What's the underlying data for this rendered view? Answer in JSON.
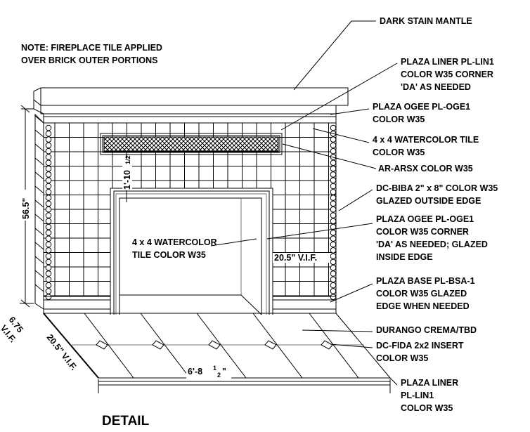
{
  "title": "DETAIL",
  "note": [
    "NOTE: FIREPLACE TILE APPLIED",
    "OVER BRICK OUTER PORTIONS"
  ],
  "callouts": {
    "mantle": [
      "DARK STAIN MANTLE"
    ],
    "liner_top": [
      "PLAZA LINER PL-LIN1",
      "COLOR W35 CORNER",
      "'DA' AS NEEDED"
    ],
    "ogee_top": [
      "PLAZA OGEE PL-OGE1",
      "COLOR W35"
    ],
    "watercolor": [
      "4 x 4 WATERCOLOR TILE",
      "COLOR W35"
    ],
    "arsx": [
      "AR-ARSX COLOR W35"
    ],
    "biba": [
      "DC-BIBA  2\" x 8\" COLOR W35",
      "GLAZED OUTSIDE EDGE"
    ],
    "ogee_inside": [
      "PLAZA OGEE PL-OGE1",
      "COLOR W35 CORNER",
      "'DA' AS NEEDED; GLAZED",
      "INSIDE EDGE"
    ],
    "base": [
      "PLAZA BASE PL-BSA-1",
      "COLOR W35 GLAZED",
      "EDGE WHEN NEEDED"
    ],
    "durango": [
      "DURANGO CREMA/TBD"
    ],
    "fida": [
      "DC-FIDA  2x2 INSERT",
      "COLOR W35"
    ],
    "liner_bottom": [
      "PLAZA LINER",
      "PL-LIN1",
      "COLOR W35"
    ],
    "firebox": [
      "4 x 4 WATERCOLOR",
      "TILE COLOR W35"
    ]
  },
  "dimensions": {
    "height": "56.5\"",
    "side_depth": "6.75",
    "side_depth_vif": "V.I.F.",
    "hearth_depth": "20.5\" V.I.F.",
    "width": "6'-8",
    "width_frac_num": "1",
    "width_frac_den": "2",
    "width_inch": "\"",
    "liner_height": "1'-10",
    "liner_frac": "1/2",
    "firebox_depth": "20.5\" V.I.F."
  }
}
